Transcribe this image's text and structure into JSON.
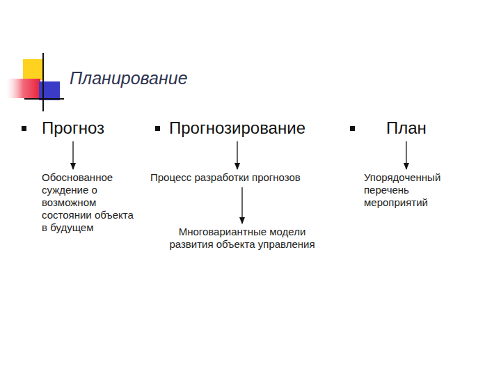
{
  "diagram": {
    "title": "Планирование",
    "nodes": [
      {
        "text": [
          "Прогноз"
        ]
      },
      {
        "text": [
          "Прогнозирование"
        ]
      },
      {
        "text": [
          "План"
        ]
      },
      {
        "text": [
          "Обоснованное суждение о возможном состоянии объекта в будущем"
        ]
      },
      {
        "text": [
          "Процесс разработки прогнозов"
        ]
      },
      {
        "text": [
          "Упорядоченный перечень мероприятий"
        ]
      },
      {
        "text": [
          "Многовариантные модели развития объекта управления"
        ]
      }
    ],
    "edges": [
      {
        "from": 0,
        "to": 3,
        "arrow": "to"
      },
      {
        "from": 1,
        "to": 4,
        "arrow": "to"
      },
      {
        "from": 2,
        "to": 5,
        "arrow": "to"
      },
      {
        "from": 4,
        "to": 6,
        "arrow": "to"
      }
    ]
  }
}
